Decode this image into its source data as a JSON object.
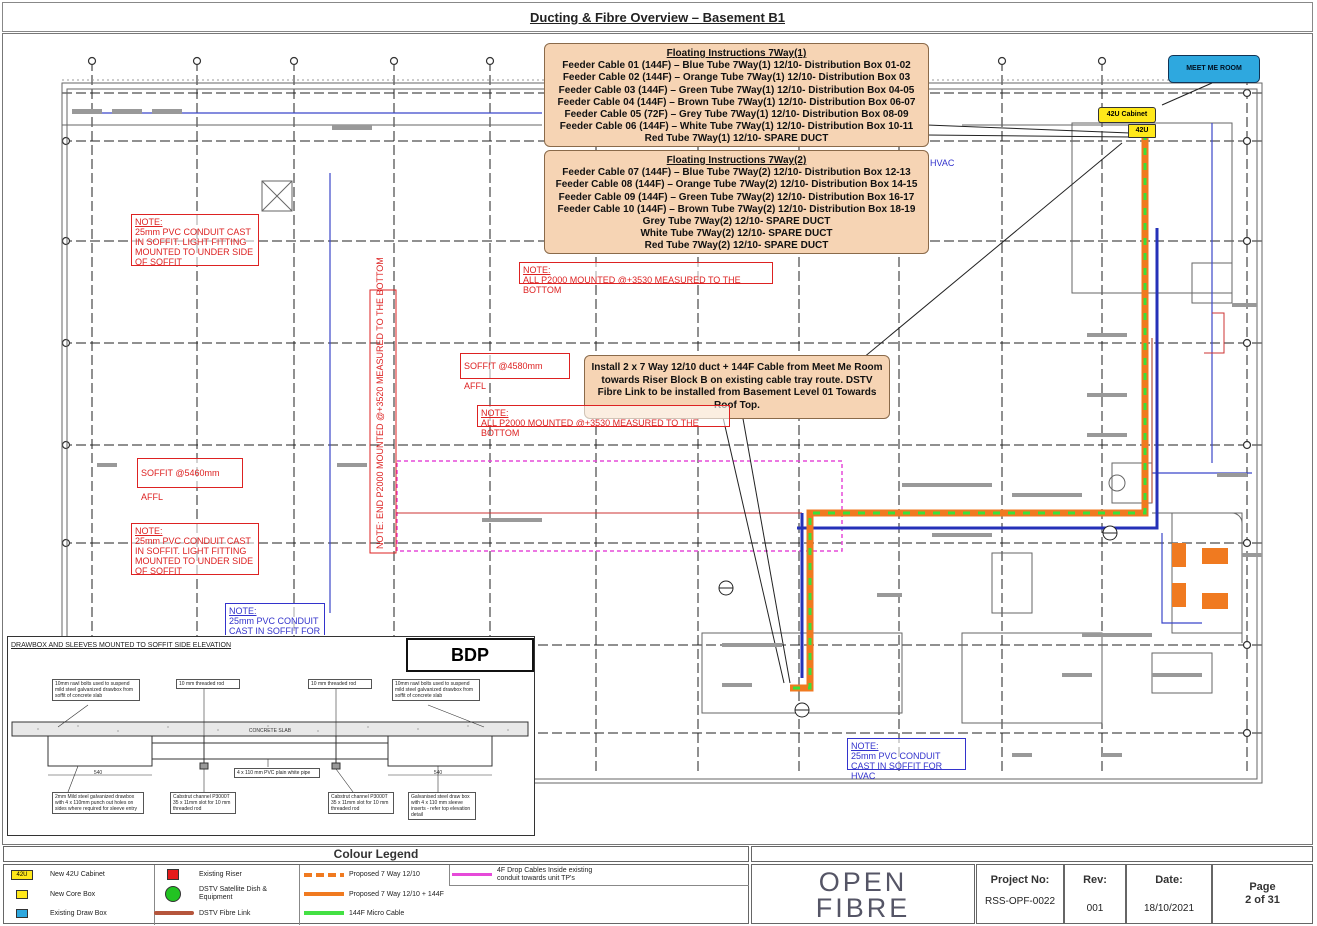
{
  "title": "Ducting & Fibre Overview – Basement B1",
  "floating_1": {
    "heading": "Floating Instructions 7Way(1)",
    "lines": [
      "Feeder Cable 01 (144F) – Blue Tube 7Way(1) 12/10-  Distribution Box 01-02",
      "Feeder Cable 02 (144F) – Orange Tube 7Way(1) 12/10-  Distribution Box 03",
      "Feeder Cable 03 (144F) – Green Tube 7Way(1) 12/10-  Distribution Box 04-05",
      "Feeder Cable 04 (144F) – Brown Tube 7Way(1) 12/10-  Distribution Box 06-07",
      "Feeder Cable 05 (72F) – Grey Tube 7Way(1) 12/10-  Distribution Box 08-09",
      "Feeder Cable 06 (144F) – White Tube 7Way(1) 12/10-  Distribution Box 10-11",
      "Red Tube 7Way(1) 12/10-  SPARE DUCT"
    ]
  },
  "floating_2": {
    "heading": "Floating Instructions 7Way(2)",
    "lines": [
      "Feeder Cable 07 (144F) – Blue Tube 7Way(2) 12/10-  Distribution Box 12-13",
      "Feeder Cable 08 (144F) – Orange Tube 7Way(2) 12/10-  Distribution Box 14-15",
      "Feeder Cable 09 (144F) – Green Tube 7Way(2) 12/10-  Distribution Box 16-17",
      "Feeder Cable 10 (144F) – Brown Tube 7Way(2) 12/10-  Distribution Box 18-19",
      "Grey Tube 7Way(2) 12/10- SPARE DUCT",
      "White Tube 7Way(2) 12/10- SPARE DUCT",
      "Red Tube 7Way(2) 12/10- SPARE DUCT"
    ]
  },
  "install_note": "Install 2 x 7 Way 12/10 duct + 144F Cable from Meet Me Room towards Riser Block B on existing cable tray route.  DSTV Fibre Link to be installed from Basement Level 01 Towards Roof Top.",
  "meet_me_room": "MEET ME ROOM",
  "cabinet_label": "42U Cabinet",
  "cabinet_tag": "42U",
  "notes": {
    "pvc1_head": "NOTE:",
    "pvc1_body": "25mm PVC CONDUIT CAST IN SOFFIT. LIGHT FITTING MOUNTED TO UNDER SIDE OF SOFFIT",
    "p2000_a_head": "NOTE:",
    "p2000_a_body": "ALL P2000 MOUNTED @+3530 MEASURED TO THE BOTTOM",
    "soffit_4580": "SOFFIT @4580mm AFFL",
    "p2000_b_head": "NOTE:",
    "p2000_b_body": "ALL P2000 MOUNTED @+3530 MEASURED TO THE BOTTOM",
    "soffit_5460": "SOFFIT @5460mm AFFL",
    "pvc2_head": "NOTE:",
    "pvc2_body": "25mm PVC CONDUIT CAST IN SOFFIT. LIGHT FITTING MOUNTED TO UNDER SIDE OF SOFFIT",
    "vertical_note": "NOTE: END P2000 MOUNTED @+3520 MEASURED TO THE BOTTOM",
    "pvc_blue_head": "NOTE:",
    "pvc_blue_body": "25mm PVC CONDUIT CAST IN SOFFIT FOR",
    "hvac_head": "NOTE:",
    "hvac_body": "25mm PVC CONDUIT CAST IN SOFFIT FOR HVAC",
    "hvac_fragment": "HVAC"
  },
  "inset": {
    "title": "DRAWBOX AND SLEEVES MOUNTED TO SOFFIT SIDE ELEVATION",
    "bdp": "BDP",
    "slab": "CONCRETE SLAB",
    "labels": [
      "10mm rawl bolts used to suspend mild steel galvanized drawbox from soffit of concrete slab",
      "10 mm threaded rod",
      "10 mm threaded rod",
      "10mm rawl bolts used to suspend mild steel galvanized drawbox from soffit of concrete slab",
      "2mm Mild steel galvanized drawbox with 4 x 110mm punch out holes on sides where required for sleeve entry",
      "Cabstrut channel P3000T 35 x 11mm slot for 10 mm threaded rod",
      "4 x 110 mm PVC plain white pipe",
      "Cabstrut channel P3000T 35 x 11mm slot for 10 mm threaded rod",
      "Galvanised steel draw box with 4 x 110 mm sleeve inserts - refer top elevation detail"
    ],
    "dim_left": "540",
    "dim_right": "540"
  },
  "legend": {
    "title": "Colour Legend",
    "items": [
      {
        "swatch_text": "42U",
        "label": "New 42U Cabinet"
      },
      {
        "label": "New Core Box"
      },
      {
        "label": "Existing Draw Box"
      },
      {
        "label": "Existing Riser"
      },
      {
        "label": "DSTV Satellite Dish & Equipment"
      },
      {
        "label": "DSTV Fibre Link"
      },
      {
        "label": "Proposed 7 Way 12/10"
      },
      {
        "label": "Proposed 7 Way 12/10 + 144F"
      },
      {
        "label": "144F Micro Cable"
      },
      {
        "label": "4F Drop Cables Inside existing conduit towards unit TP's"
      }
    ],
    "colors": {
      "cabinet": "#ffe81a",
      "core_box": "#ffe81a",
      "draw_box": "#2ea8df",
      "riser": "#e41b1b",
      "dish": "#22c322",
      "dstv_link": "#b5553c",
      "proposed": "#f07a20",
      "micro": "#44e044",
      "drop": "#e64ad9"
    }
  },
  "logo": {
    "line1": "OPEN",
    "line2": "FIBRE"
  },
  "title_block": {
    "project_label": "Project No:",
    "project_value": "RSS-OPF-0022",
    "rev_label": "Rev:",
    "rev_value": "001",
    "date_label": "Date:",
    "date_value": "18/10/2021",
    "page_label": "Page",
    "page_value": "2 of 31"
  }
}
